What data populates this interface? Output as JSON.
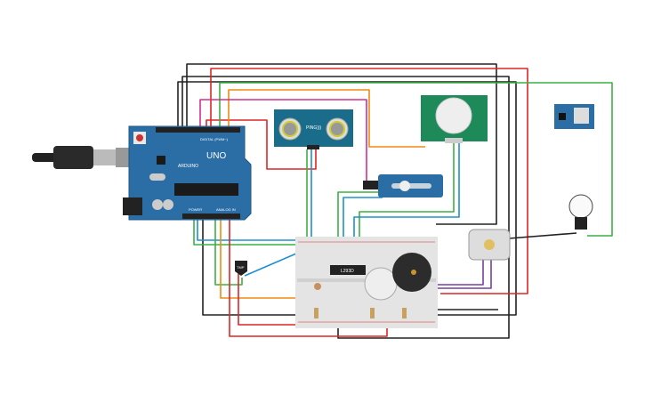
{
  "arduino": {
    "model": "UNO",
    "brand": "ARDUINO",
    "digital_label": "DIGITAL (PWM~)",
    "power_label": "POWER",
    "analog_label": "ANALOG IN"
  },
  "ultrasonic": {
    "label": "PING)))"
  },
  "driver_chip": {
    "label": "L293D"
  },
  "temp_sensor": {
    "label": "TMP"
  },
  "colors": {
    "black": "#222222",
    "red": "#e02525",
    "green": "#3cb043",
    "orange": "#f08a10",
    "magenta": "#d0308c",
    "blue": "#1e90d0",
    "purple": "#7a3ea0",
    "board": "#2b6ea6"
  }
}
